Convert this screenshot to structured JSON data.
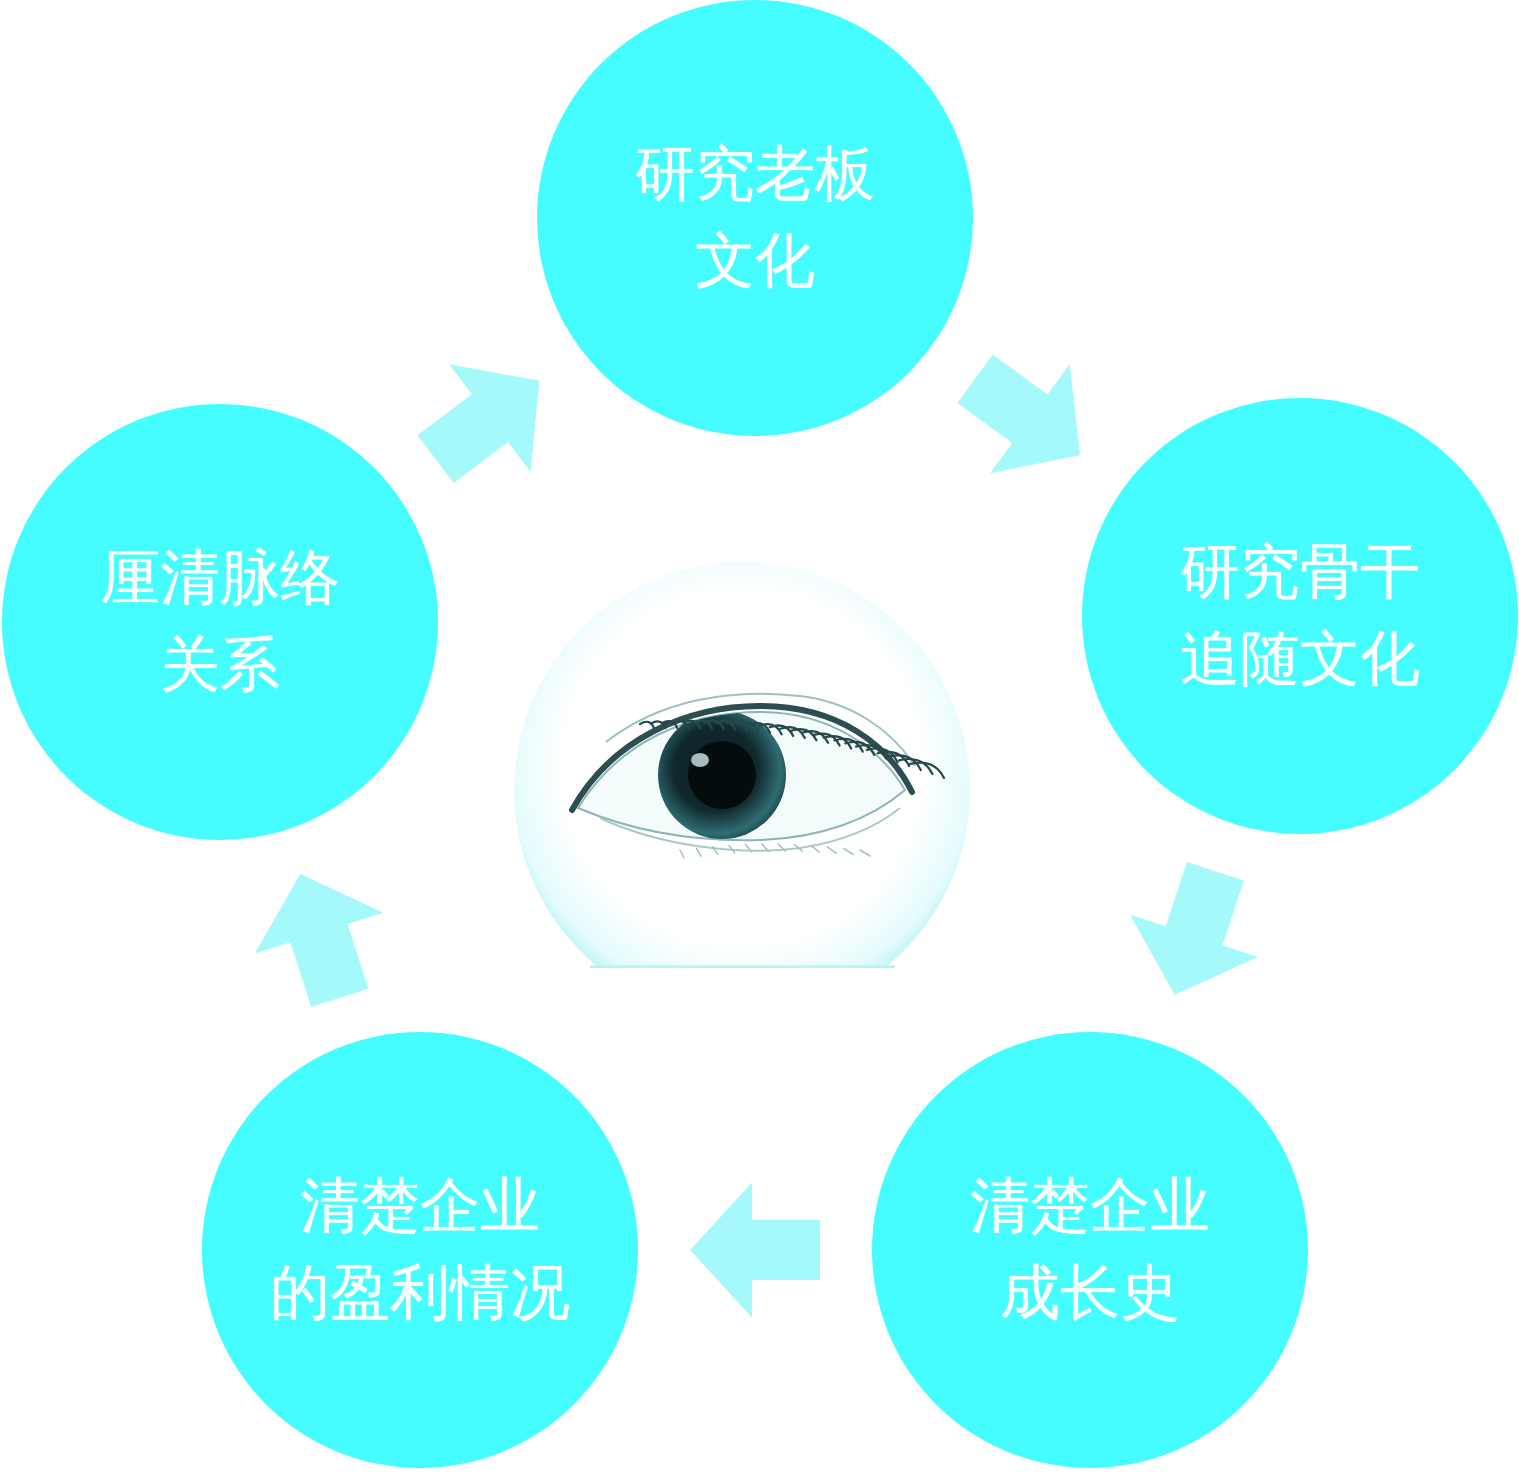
{
  "diagram": {
    "nodes": [
      {
        "text": [
          "研究老板 文化"
        ]
      },
      {
        "text": [
          "研究骨干 追随文化"
        ]
      },
      {
        "text": [
          "清楚企业 成长史"
        ]
      },
      {
        "text": [
          "清楚企业 的盈利情况"
        ]
      },
      {
        "text": [
          "厘清脉络 关系"
        ]
      }
    ],
    "edges": [
      {
        "from": 0,
        "to": 1,
        "arrow": "to"
      },
      {
        "from": 1,
        "to": 2,
        "arrow": "to"
      },
      {
        "from": 2,
        "to": 3,
        "arrow": "to"
      },
      {
        "from": 3,
        "to": 4,
        "arrow": "to"
      },
      {
        "from": 4,
        "to": 0,
        "arrow": "to"
      }
    ]
  }
}
